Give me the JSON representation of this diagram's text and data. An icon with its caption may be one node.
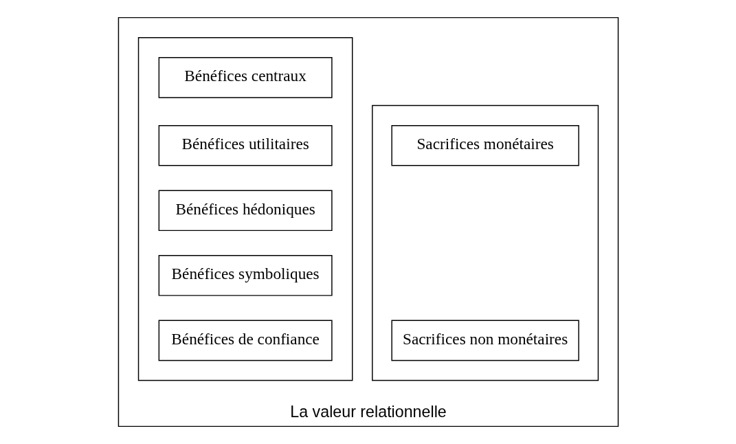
{
  "diagram": {
    "nodes": [
      {
        "text": [
          "La valeur relationnelle"
        ]
      },
      {
        "text": [],
        "shape": "box",
        "in": 0
      },
      {
        "text": [
          "Bénéfices centraux"
        ],
        "in": 1
      },
      {
        "text": [
          "Bénéfices utilitaires"
        ],
        "in": 1
      },
      {
        "text": [
          "Bénéfices hédoniques"
        ],
        "in": 1
      },
      {
        "text": [
          "Bénéfices symboliques"
        ],
        "in": 1
      },
      {
        "text": [
          "Bénéfices de confiance"
        ],
        "in": 1
      },
      {
        "text": [],
        "shape": "box",
        "in": 0
      },
      {
        "text": [
          "Sacrifices monétaires"
        ],
        "in": 7
      },
      {
        "text": [
          "Sacrifices non monétaires"
        ],
        "in": 7
      }
    ]
  }
}
